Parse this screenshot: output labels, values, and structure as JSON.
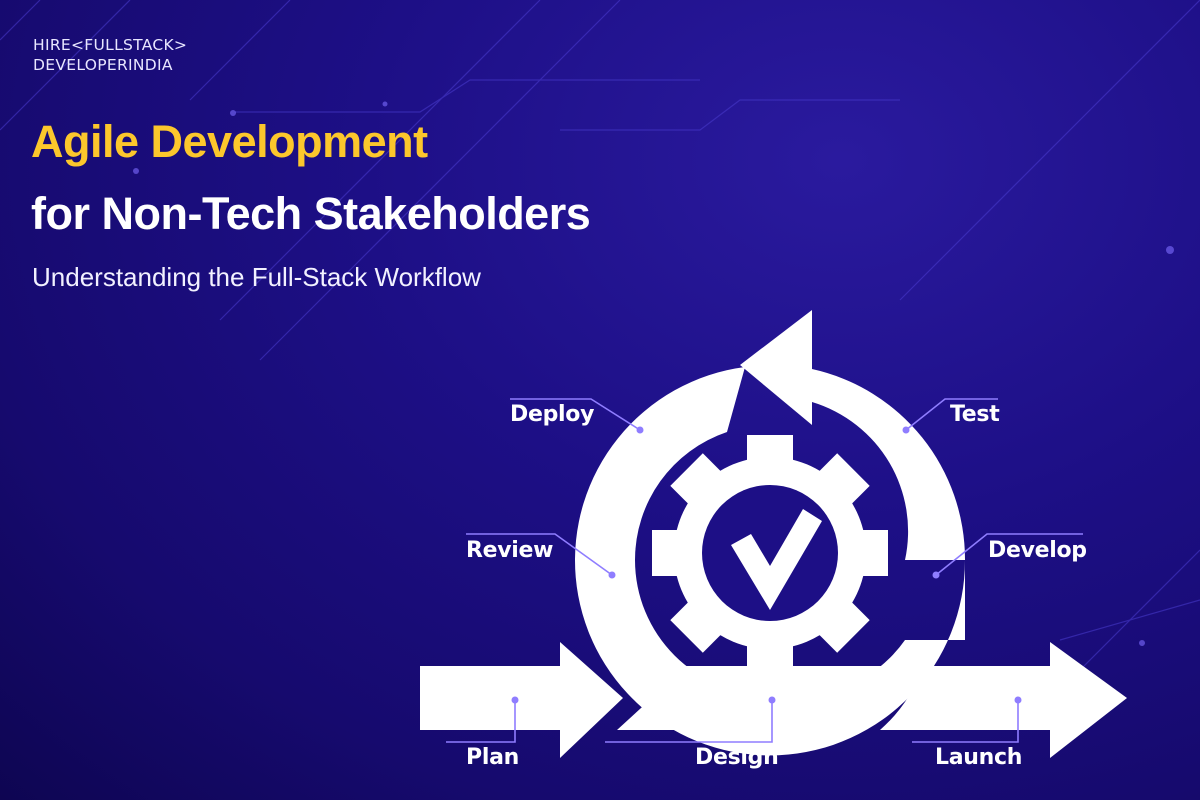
{
  "brand": {
    "line1": "HIRE<FULLSTACK>",
    "line2": "DEVELOPERINDIA"
  },
  "header": {
    "title_line1": "Agile Development",
    "title_line2": "for Non-Tech Stakeholders",
    "subtitle": "Understanding the Full-Stack Workflow"
  },
  "diagram": {
    "center_icon": "gear-with-checkmark-icon",
    "stages": {
      "plan": "Plan",
      "design": "Design",
      "launch": "Launch",
      "review": "Review",
      "deploy": "Deploy",
      "test": "Test",
      "develop": "Develop"
    }
  },
  "colors": {
    "background": "#1d0f86",
    "title_accent": "#fcc72c",
    "text": "#ffffff",
    "connector": "#8f7dff",
    "shape_fill": "#ffffff"
  }
}
